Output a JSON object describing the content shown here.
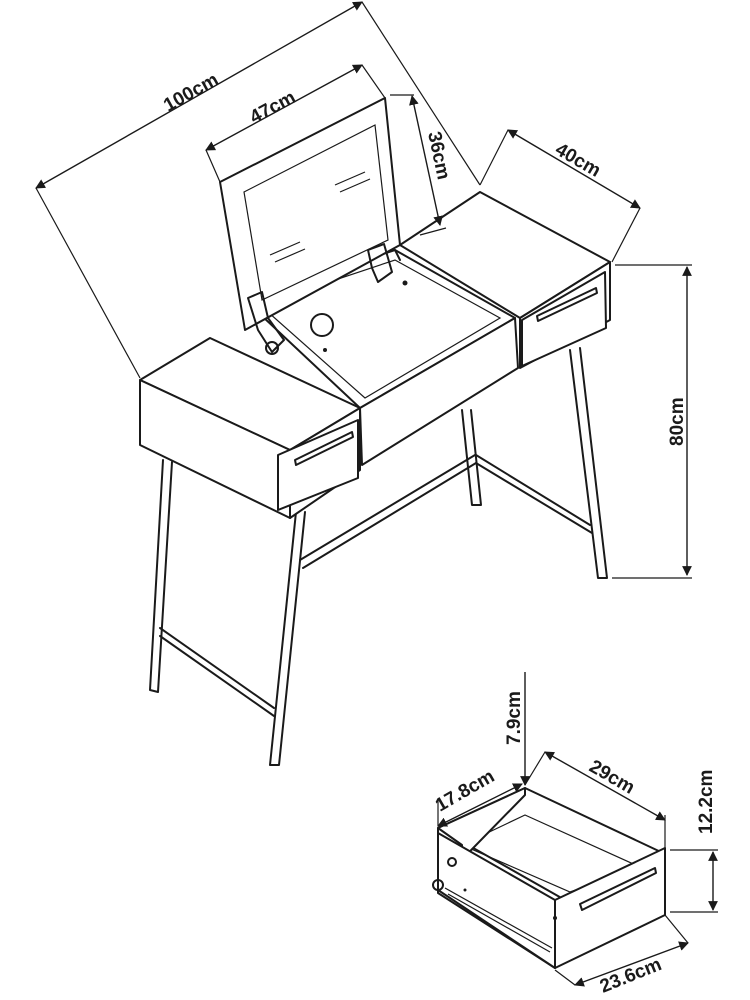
{
  "dimensions": {
    "table_width": "100cm",
    "mirror_width": "47cm",
    "mirror_height": "36cm",
    "table_depth": "40cm",
    "table_height": "80cm",
    "drawer_top_gap": "7.9cm",
    "drawer_depth_inner": "17.8cm",
    "drawer_length": "29cm",
    "drawer_height": "12.2cm",
    "drawer_width": "23.6cm"
  }
}
